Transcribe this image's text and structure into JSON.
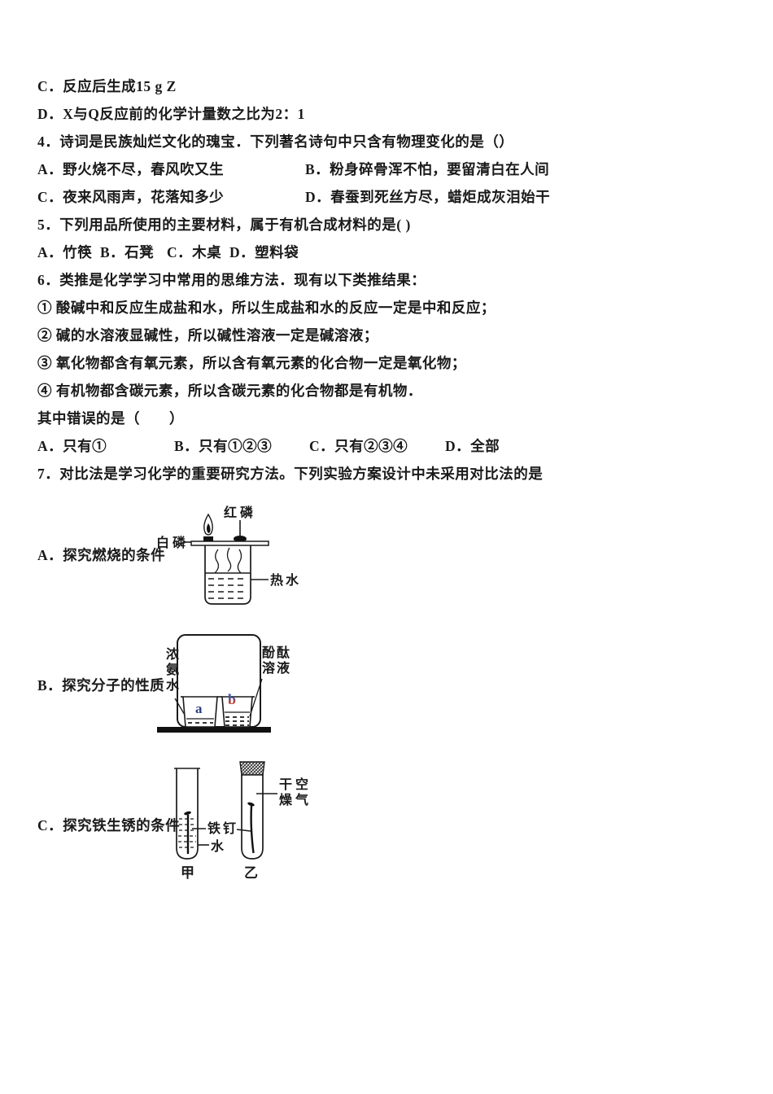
{
  "doc": {
    "q3": {
      "optC": "C．反应后生成15 g Z",
      "optD": "D．X与Q反应前的化学计量数之比为2：1"
    },
    "q4": {
      "stem": "4．诗词是民族灿烂文化的瑰宝．下列著名诗句中只含有物理变化的是（）",
      "optA": "A．野火烧不尽，春风吹又生",
      "optB": "B．粉身碎骨浑不怕，要留清白在人间",
      "optC": "C．夜来风雨声，花落知多少",
      "optD": "D．春蚕到死丝方尽，蜡炬成灰泪始干"
    },
    "q5": {
      "stem": "5．下列用品所使用的主要材料，属于有机合成材料的是( )",
      "optA": "A．竹筷",
      "optB": "B．石凳",
      "optC": "C．木桌",
      "optD": "D．塑料袋"
    },
    "q6": {
      "stem": "6．类推是化学学习中常用的思维方法．现有以下类推结果：",
      "item1": "① 酸碱中和反应生成盐和水，所以生成盐和水的反应一定是中和反应；",
      "item2": "② 碱的水溶液显碱性，所以碱性溶液一定是碱溶液；",
      "item3": "③ 氧化物都含有氧元素，所以含有氧元素的化合物一定是氧化物；",
      "item4": "④ 有机物都含碳元素，所以含碳元素的化合物都是有机物．",
      "ask": "其中错误的是（　　）",
      "optA": "A．只有①",
      "optB": "B．只有①②③",
      "optC": "C．只有②③④",
      "optD": "D．全部"
    },
    "q7": {
      "stem": "7．对比法是学习化学的重要研究方法。下列实验方案设计中未采用对比法的是",
      "optA_label": "A．探究燃烧的条件",
      "optB_label": "B．探究分子的性质",
      "optC_label": "C．探究铁生锈的条件"
    }
  },
  "diagramA": {
    "label_red_phosphorus": "红磷",
    "label_white_phosphorus": "白磷",
    "label_hot_water": "热水"
  },
  "diagramB": {
    "label_ammonia": "浓氨水",
    "label_phenolphthalein": "酚酞\n溶液",
    "beaker_a": "a",
    "beaker_b": "b"
  },
  "diagramC": {
    "label_dry_air": "干空\n燥气",
    "label_iron_nail": "铁钉",
    "label_water": "水",
    "label_jia": "甲",
    "label_yi": "乙"
  },
  "colors": {
    "ink": "#1a1a1a",
    "letter_a": "#2c4382",
    "letter_b_top": "#3a55b4",
    "letter_b_bottom": "#c0392b"
  }
}
